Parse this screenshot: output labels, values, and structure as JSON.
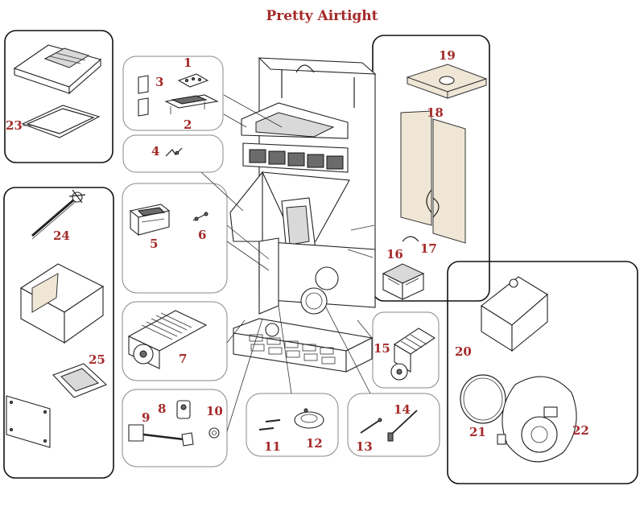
{
  "title": "Pretty Airtight",
  "labels": {
    "p1": "1",
    "p2": "2",
    "p3": "3",
    "p4": "4",
    "p5": "5",
    "p6": "6",
    "p7": "7",
    "p8": "8",
    "p9": "9",
    "p10": "10",
    "p11": "11",
    "p12": "12",
    "p13": "13",
    "p14": "14",
    "p15": "15",
    "p16": "16",
    "p17": "17",
    "p18": "18",
    "p19": "19",
    "p20": "20",
    "p21": "21",
    "p22": "22",
    "p23": "23",
    "p24": "24",
    "p25": "25"
  },
  "colors": {
    "label": "#a52a2a",
    "line": "#222222"
  }
}
